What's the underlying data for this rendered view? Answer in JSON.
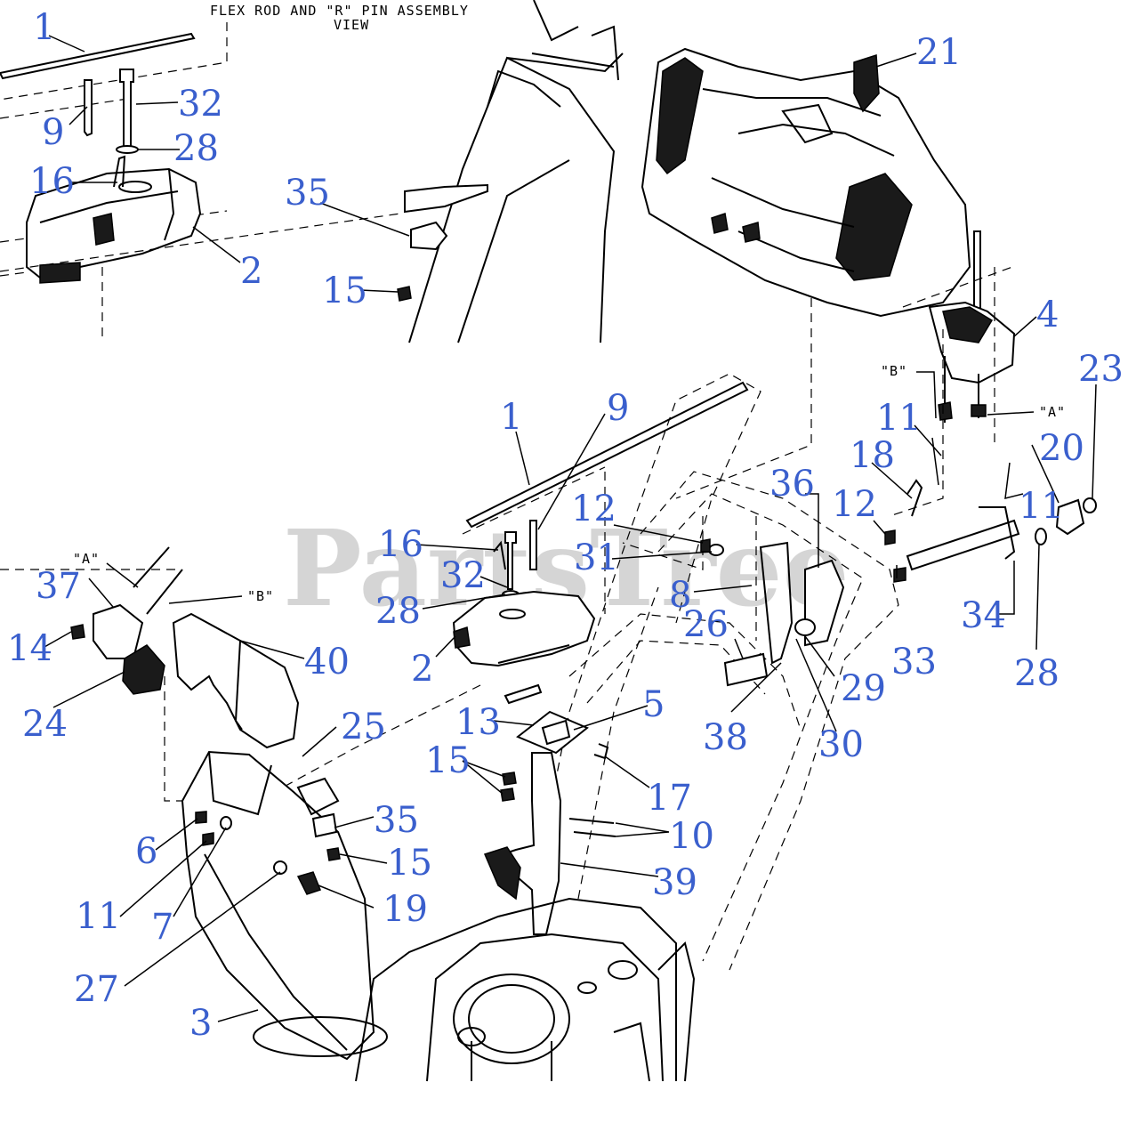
{
  "header": {
    "line1": "FLEX ROD AND \"R\" PIN ASSEMBLY",
    "line2": "VIEW"
  },
  "watermark": "PartsTree",
  "callout_color": "#3a5fcd",
  "cable_labels": {
    "b_upper": "\"B\"",
    "a_upper": "\"A\"",
    "a_left": "\"A\"",
    "b_left": "\"B\""
  },
  "callouts": [
    {
      "id": "c1a",
      "text": "1"
    },
    {
      "id": "c32a",
      "text": "32"
    },
    {
      "id": "c9a",
      "text": "9"
    },
    {
      "id": "c28a",
      "text": "28"
    },
    {
      "id": "c16a",
      "text": "16"
    },
    {
      "id": "c2a",
      "text": "2"
    },
    {
      "id": "c35a",
      "text": "35"
    },
    {
      "id": "c15a",
      "text": "15"
    },
    {
      "id": "c21",
      "text": "21"
    },
    {
      "id": "c4",
      "text": "4"
    },
    {
      "id": "c23",
      "text": "23"
    },
    {
      "id": "c11a",
      "text": "11"
    },
    {
      "id": "c20",
      "text": "20"
    },
    {
      "id": "c18",
      "text": "18"
    },
    {
      "id": "c36",
      "text": "36"
    },
    {
      "id": "c12b",
      "text": "12"
    },
    {
      "id": "c11b",
      "text": "11"
    },
    {
      "id": "c9b",
      "text": "9"
    },
    {
      "id": "c1b",
      "text": "1"
    },
    {
      "id": "c12a",
      "text": "12"
    },
    {
      "id": "c16b",
      "text": "16"
    },
    {
      "id": "c31",
      "text": "31"
    },
    {
      "id": "c32b",
      "text": "32"
    },
    {
      "id": "c8",
      "text": "8"
    },
    {
      "id": "c28b",
      "text": "28"
    },
    {
      "id": "c26",
      "text": "26"
    },
    {
      "id": "c2b",
      "text": "2"
    },
    {
      "id": "c33",
      "text": "33"
    },
    {
      "id": "c34",
      "text": "34"
    },
    {
      "id": "c28c",
      "text": "28"
    },
    {
      "id": "c29",
      "text": "29"
    },
    {
      "id": "c38",
      "text": "38"
    },
    {
      "id": "c30",
      "text": "30"
    },
    {
      "id": "c37",
      "text": "37"
    },
    {
      "id": "c14",
      "text": "14"
    },
    {
      "id": "c40",
      "text": "40"
    },
    {
      "id": "c24",
      "text": "24"
    },
    {
      "id": "c25",
      "text": "25"
    },
    {
      "id": "c13",
      "text": "13"
    },
    {
      "id": "c5",
      "text": "5"
    },
    {
      "id": "c15b",
      "text": "15"
    },
    {
      "id": "c17",
      "text": "17"
    },
    {
      "id": "c35b",
      "text": "35"
    },
    {
      "id": "c10",
      "text": "10"
    },
    {
      "id": "c6",
      "text": "6"
    },
    {
      "id": "c15c",
      "text": "15"
    },
    {
      "id": "c39",
      "text": "39"
    },
    {
      "id": "c11c",
      "text": "11"
    },
    {
      "id": "c7",
      "text": "7"
    },
    {
      "id": "c19",
      "text": "19"
    },
    {
      "id": "c27",
      "text": "27"
    },
    {
      "id": "c3",
      "text": "3"
    }
  ]
}
